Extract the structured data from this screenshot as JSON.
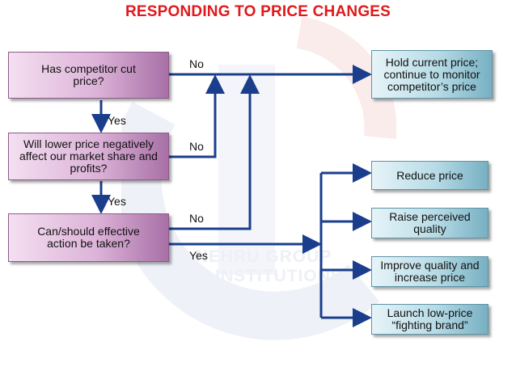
{
  "title": "RESPONDING TO PRICE CHANGES",
  "watermark": {
    "line1": "NEHRU GROUP",
    "line2": "OF INSTITUTIONS"
  },
  "questions": {
    "q1": "Has competitor cut price?",
    "q2": "Will lower price negatively affect our market share and profits?",
    "q3": "Can/should effective action be taken?"
  },
  "actions": {
    "hold": "Hold current price; continue to monitor competitor’s price",
    "reduce": "Reduce price",
    "raise": "Raise perceived quality",
    "improve": "Improve quality and increase price",
    "launch": "Launch low-price “fighting brand”"
  },
  "labels": {
    "q1_no": "No",
    "q1_yes": "Yes",
    "q2_no": "No",
    "q2_yes": "Yes",
    "q3_no": "No",
    "q3_yes": "Yes"
  },
  "colors": {
    "title": "#e0191c",
    "connector": "#1a3e8c",
    "question_box": "#c38fc0",
    "action_box": "#a4d0de"
  }
}
